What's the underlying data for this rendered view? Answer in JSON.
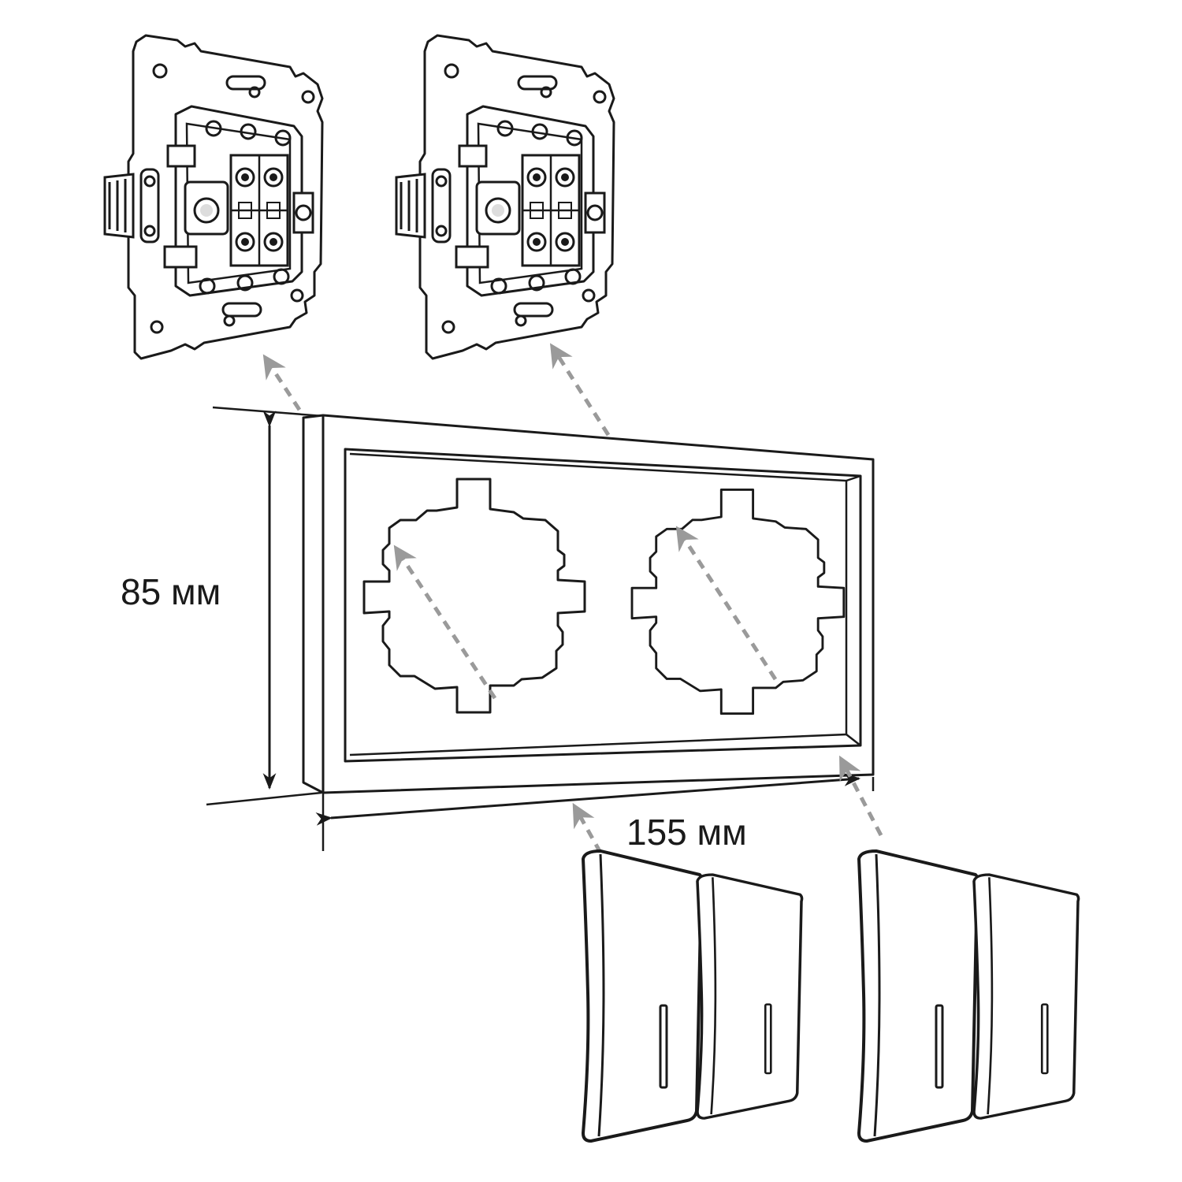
{
  "dimensions": {
    "height_label": "85 мм",
    "width_label": "155 мм"
  },
  "colors": {
    "line": "#1a1a1a",
    "arrow": "#9a9a9a",
    "background": "#ffffff"
  },
  "parts": {
    "mechanism_count": 2,
    "key_pairs": 2
  }
}
